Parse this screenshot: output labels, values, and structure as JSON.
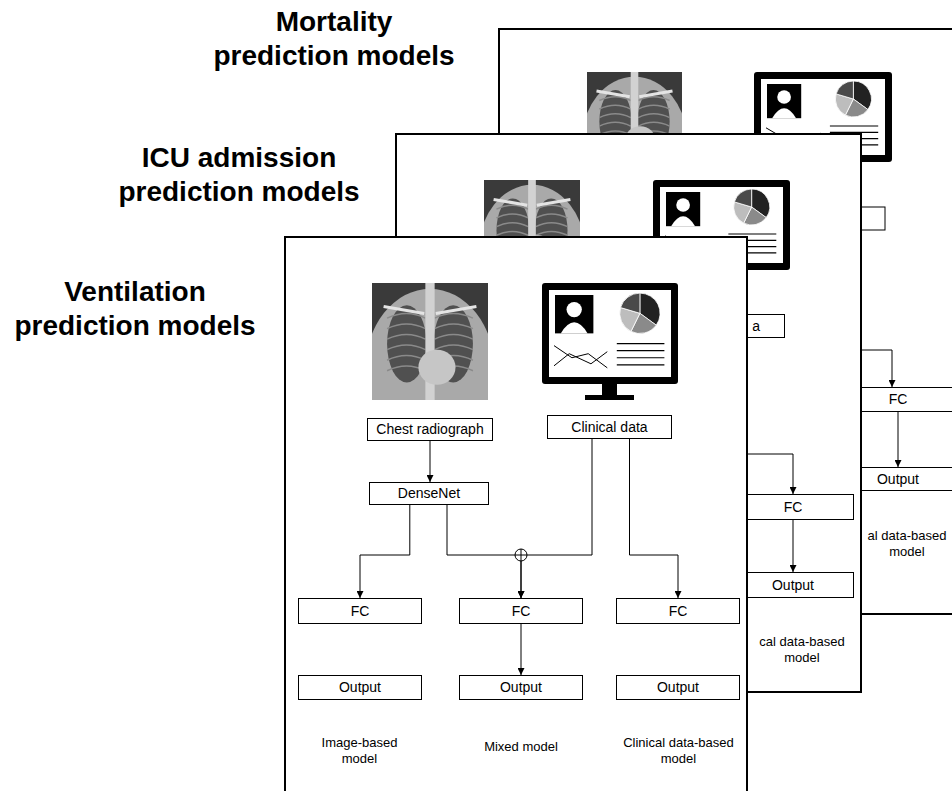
{
  "diagram": {
    "nodes": [
      {
        "text": [
          "Mortality prediction models"
        ]
      },
      {
        "text": [
          "FC"
        ],
        "in": 0
      },
      {
        "text": [
          "Output"
        ],
        "in": 0
      },
      {
        "text": [
          "ICU admission prediction models"
        ]
      },
      {
        "text": [
          "a"
        ],
        "in": 3
      },
      {
        "text": [
          "FC"
        ],
        "in": 3
      },
      {
        "text": [
          "Output"
        ],
        "in": 3
      },
      {
        "text": [
          "Ventilation prediction models"
        ]
      },
      {
        "text": [
          "Chest radiograph"
        ],
        "in": 7
      },
      {
        "text": [
          "Clinical data"
        ],
        "in": 7
      },
      {
        "text": [
          "DenseNet"
        ],
        "in": 7
      },
      {
        "text": [
          "FC"
        ],
        "in": 7
      },
      {
        "text": [
          "FC"
        ],
        "in": 7
      },
      {
        "text": [
          "FC"
        ],
        "in": 7
      },
      {
        "text": [
          "Output"
        ],
        "in": 7
      },
      {
        "text": [
          "Output"
        ],
        "in": 7
      },
      {
        "text": [
          "Output"
        ],
        "in": 7
      }
    ],
    "edges": [
      {
        "from": 1,
        "to": 2,
        "arrow": "to"
      },
      {
        "from": 5,
        "to": 6,
        "arrow": "to"
      },
      {
        "from": 8,
        "to": 10,
        "arrow": "to"
      },
      {
        "from": 10,
        "to": 11,
        "arrow": "to"
      },
      {
        "from": 10,
        "to": 12,
        "arrow": "to"
      },
      {
        "from": 9,
        "to": 12,
        "arrow": "to"
      },
      {
        "from": 9,
        "to": 13,
        "arrow": "to"
      },
      {
        "from": 12,
        "to": 15,
        "arrow": "to"
      }
    ],
    "labels": [
      "al data-based model",
      "cal data-based model",
      "Image-based model",
      "Mixed model",
      "Clinical data-based model"
    ]
  }
}
